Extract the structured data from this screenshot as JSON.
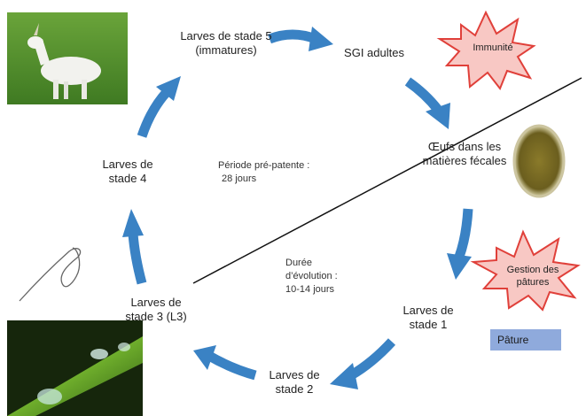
{
  "cycle": {
    "l5": "Larves de stade 5 (immatures)",
    "adults": "SGI adultes",
    "eggs": "Œufs dans les matières fécales",
    "l1": "Larves de stade 1",
    "l2": "Larves de stade 2",
    "l3": "Larves de stade 3 (L3)",
    "l4": "Larves de stade 4"
  },
  "notes": {
    "prepatent_1": "Période pré-patente :",
    "prepatent_2": "28 jours",
    "evolution_1": "Durée",
    "evolution_2": "d’évolution :",
    "evolution_3": "10-14 jours"
  },
  "badges": {
    "immunity": "Immunité",
    "grazing_1": "Gestion des",
    "grazing_2": "pâtures"
  },
  "legend": {
    "pasture": "Pâture"
  },
  "colors": {
    "arrow": "#3a82c4",
    "star_fill": "#f8c8c4",
    "star_stroke": "#e0403a",
    "pasture_box": "#8faadc"
  }
}
